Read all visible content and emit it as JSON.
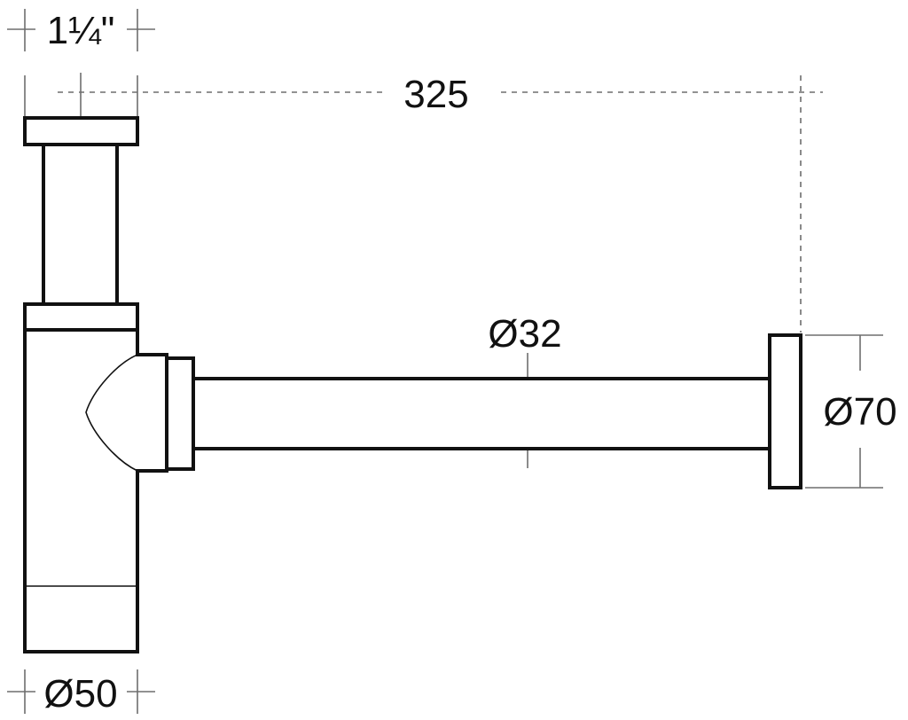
{
  "drawing": {
    "part": "bottle trap",
    "dimensions": {
      "inlet_thread": "1¼\"",
      "projection": "325",
      "pipe_diameter": "Ø32",
      "flange_diameter": "Ø70",
      "body_diameter": "Ø50"
    }
  }
}
